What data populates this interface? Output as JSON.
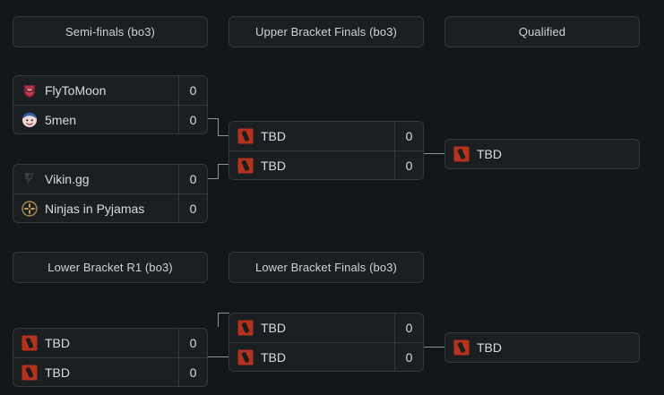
{
  "theme": {
    "page_background": "#141719",
    "box_background": "#1b1f21",
    "border_color": "#34393c",
    "text_color": "#d8dde0",
    "connector_color": "#8d9396",
    "dota_icon_red": "#b5321d"
  },
  "headers": {
    "semi_finals": "Semi-finals (bo3)",
    "upper_bracket_finals": "Upper Bracket Finals (bo3)",
    "qualified": "Qualified",
    "lower_bracket_r1": "Lower Bracket R1 (bo3)",
    "lower_bracket_finals": "Lower Bracket Finals (bo3)"
  },
  "matches": {
    "upper_semi_1": {
      "rows": [
        {
          "team": "FlyToMoon",
          "score": "0",
          "logo": "flytomoon-logo"
        },
        {
          "team": "5men",
          "score": "0",
          "logo": "5men-logo"
        }
      ]
    },
    "upper_semi_2": {
      "rows": [
        {
          "team": "Vikin.gg",
          "score": "0",
          "logo": "vikingg-logo"
        },
        {
          "team": "Ninjas in Pyjamas",
          "score": "0",
          "logo": "nip-logo"
        }
      ]
    },
    "upper_bracket_finals": {
      "rows": [
        {
          "team": "TBD",
          "score": "0",
          "logo": "dota2-logo"
        },
        {
          "team": "TBD",
          "score": "0",
          "logo": "dota2-logo"
        }
      ]
    },
    "upper_qualified": {
      "rows": [
        {
          "team": "TBD",
          "logo": "dota2-logo"
        }
      ]
    },
    "lower_bracket_r1": {
      "rows": [
        {
          "team": "TBD",
          "score": "0",
          "logo": "dota2-logo"
        },
        {
          "team": "TBD",
          "score": "0",
          "logo": "dota2-logo"
        }
      ]
    },
    "lower_bracket_finals": {
      "rows": [
        {
          "team": "TBD",
          "score": "0",
          "logo": "dota2-logo"
        },
        {
          "team": "TBD",
          "score": "0",
          "logo": "dota2-logo"
        }
      ]
    },
    "lower_qualified": {
      "rows": [
        {
          "team": "TBD",
          "logo": "dota2-logo"
        }
      ]
    }
  }
}
